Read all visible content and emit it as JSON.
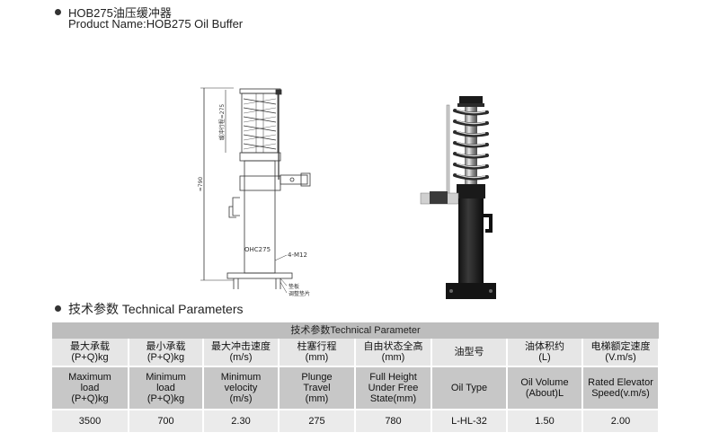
{
  "header": {
    "title": "HOB275油压缓冲器",
    "subtitle": "Product Name:HOB275 Oil Buffer"
  },
  "drawing": {
    "stroke_label": "缓冲行程=275",
    "height_label": "≈790",
    "model_label": "OHC275",
    "bolt_label": "4-M12",
    "pad_label": "垫板",
    "shim_label": "调整垫片"
  },
  "section": {
    "title": "技术参数 Technical Parameters"
  },
  "table": {
    "caption": "技术参数Technical Parameter",
    "columns": [
      {
        "cn": [
          "最大承载",
          "(P+Q)kg"
        ],
        "en": [
          "Maximum",
          "load",
          "(P+Q)kg"
        ],
        "value": "3500"
      },
      {
        "cn": [
          "最小承载",
          "(P+Q)kg"
        ],
        "en": [
          "Minimum",
          "load",
          "(P+Q)kg"
        ],
        "value": "700"
      },
      {
        "cn": [
          "最大冲击速度",
          "(m/s)"
        ],
        "en": [
          "Minimum",
          "velocity",
          "(m/s)"
        ],
        "value": "2.30"
      },
      {
        "cn": [
          "柱塞行程",
          "(mm)"
        ],
        "en": [
          "Plunge",
          "Travel",
          "(mm)"
        ],
        "value": "275"
      },
      {
        "cn": [
          "自由状态全高",
          "(mm)"
        ],
        "en": [
          "Full Height",
          "Under Free",
          "State(mm)"
        ],
        "value": "780"
      },
      {
        "cn": [
          "油型号"
        ],
        "en": [
          "Oil Type"
        ],
        "value": "L-HL-32"
      },
      {
        "cn": [
          "油体积约",
          "(L)"
        ],
        "en": [
          "Oil Volume",
          "(About)L"
        ],
        "value": "1.50"
      },
      {
        "cn": [
          "电梯额定速度",
          "(V.m/s)"
        ],
        "en": [
          "Rated Elevator",
          "Speed(v.m/s)"
        ],
        "value": "2.00"
      }
    ]
  }
}
